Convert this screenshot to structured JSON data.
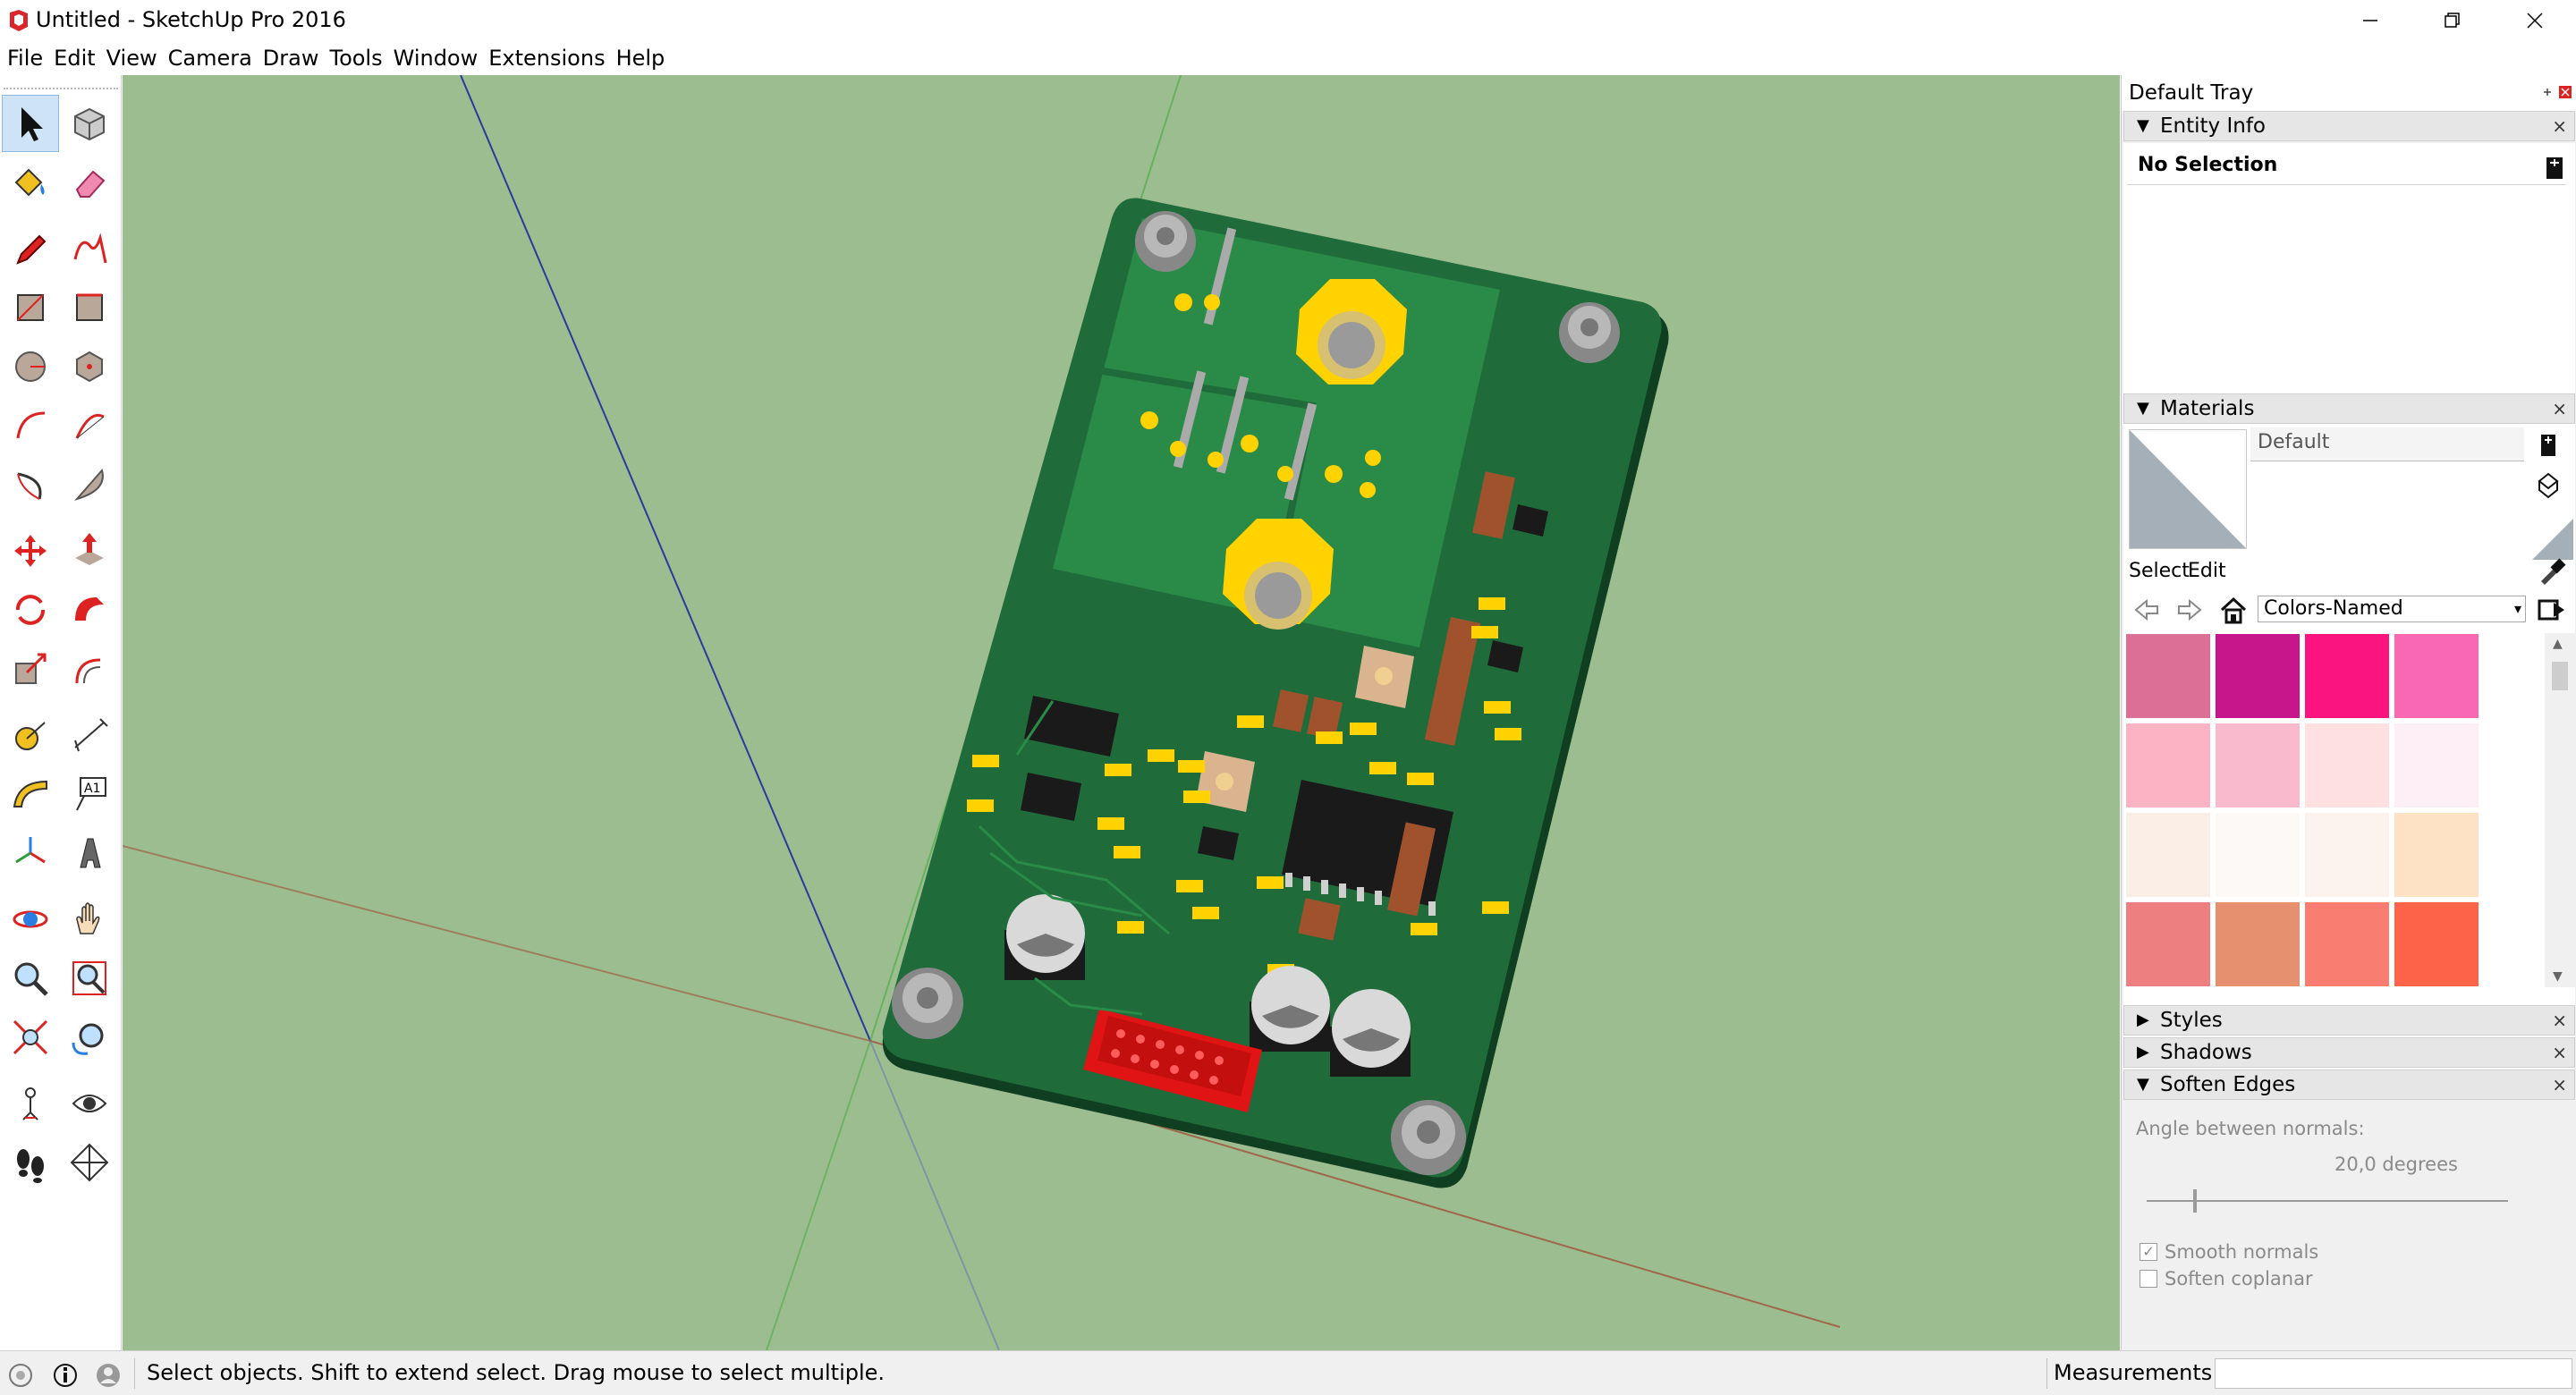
{
  "window": {
    "title": "Untitled - SketchUp Pro 2016",
    "controls": [
      "minimize",
      "restore",
      "close"
    ]
  },
  "menu": [
    "File",
    "Edit",
    "View",
    "Camera",
    "Draw",
    "Tools",
    "Window",
    "Extensions",
    "Help"
  ],
  "toolbar": {
    "tools": [
      "select-icon",
      "component-icon",
      "paint-bucket-icon",
      "eraser-icon",
      "pencil-icon",
      "freehand-icon",
      "rectangle-icon",
      "rotated-rectangle-icon",
      "circle-icon",
      "polygon-icon",
      "arc-icon",
      "two-point-arc-icon",
      "three-point-arc-icon",
      "pie-icon",
      "move-icon",
      "push-pull-icon",
      "rotate-icon",
      "follow-me-icon",
      "scale-icon",
      "offset-icon",
      "tape-measure-icon",
      "dimension-icon",
      "protractor-icon",
      "text-icon",
      "axes-icon",
      "3d-text-icon",
      "orbit-icon",
      "pan-icon",
      "zoom-icon",
      "zoom-window-icon",
      "zoom-extents-icon",
      "previous-view-icon",
      "position-camera-icon",
      "look-around-icon",
      "walk-icon",
      "section-plane-icon"
    ],
    "active_tool": "select-icon"
  },
  "tray": {
    "title": "Default Tray",
    "entity_info": {
      "header": "Entity Info",
      "selection": "No Selection"
    },
    "materials": {
      "header": "Materials",
      "current_material": "Default",
      "tabs": [
        "Select",
        "Edit"
      ],
      "collection": "Colors-Named",
      "swatches": [
        "#db6f95",
        "#c7168c",
        "#f9147f",
        "#f969b3",
        "#fcb3c3",
        "#f9bacd",
        "#fde0df",
        "#fdeff5",
        "#faeee6",
        "#fdf9f7",
        "#fdf3ed",
        "#fde2c6",
        "#ed7f80",
        "#e6906f",
        "#f97e71",
        "#fd6348"
      ]
    },
    "styles": {
      "header": "Styles"
    },
    "shadows": {
      "header": "Shadows"
    },
    "soften_edges": {
      "header": "Soften Edges",
      "angle_label": "Angle between normals:",
      "angle_value": "20,0  degrees",
      "smooth_normals": "Smooth normals",
      "smooth_normals_checked": true,
      "soften_coplanar": "Soften coplanar",
      "soften_coplanar_checked": false
    }
  },
  "statusbar": {
    "hint": "Select objects. Shift to extend select. Drag mouse to select multiple.",
    "measurements_label": "Measurements",
    "measurements_value": ""
  },
  "colors": {
    "viewport_bg": "#9cbd8f",
    "pcb": "#1f6b3a",
    "copper": "#ffd200",
    "selection_highlight": "#cfe3f7"
  }
}
